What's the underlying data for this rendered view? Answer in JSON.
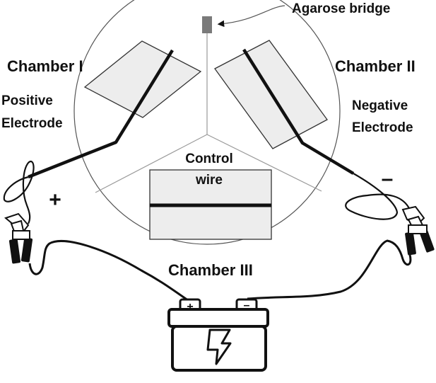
{
  "labels": {
    "agarose_bridge": "Agarose bridge",
    "chamber_1": "Chamber I",
    "chamber_2": "Chamber II",
    "chamber_3": "Chamber III",
    "positive_electrode_line1": "Positive",
    "positive_electrode_line2": "Electrode",
    "negative_electrode_line1": "Negative",
    "negative_electrode_line2": "Electrode",
    "control_wire_line1": "Control",
    "control_wire_line2": "wire",
    "plus_sign": "+",
    "minus_sign": "–",
    "battery_plus": "+",
    "battery_minus": "–"
  },
  "colors": {
    "line": "#111111",
    "electrode_fill": "#ededed",
    "bridge_fill": "#7a7a7a",
    "divider": "#9a9a9a"
  }
}
